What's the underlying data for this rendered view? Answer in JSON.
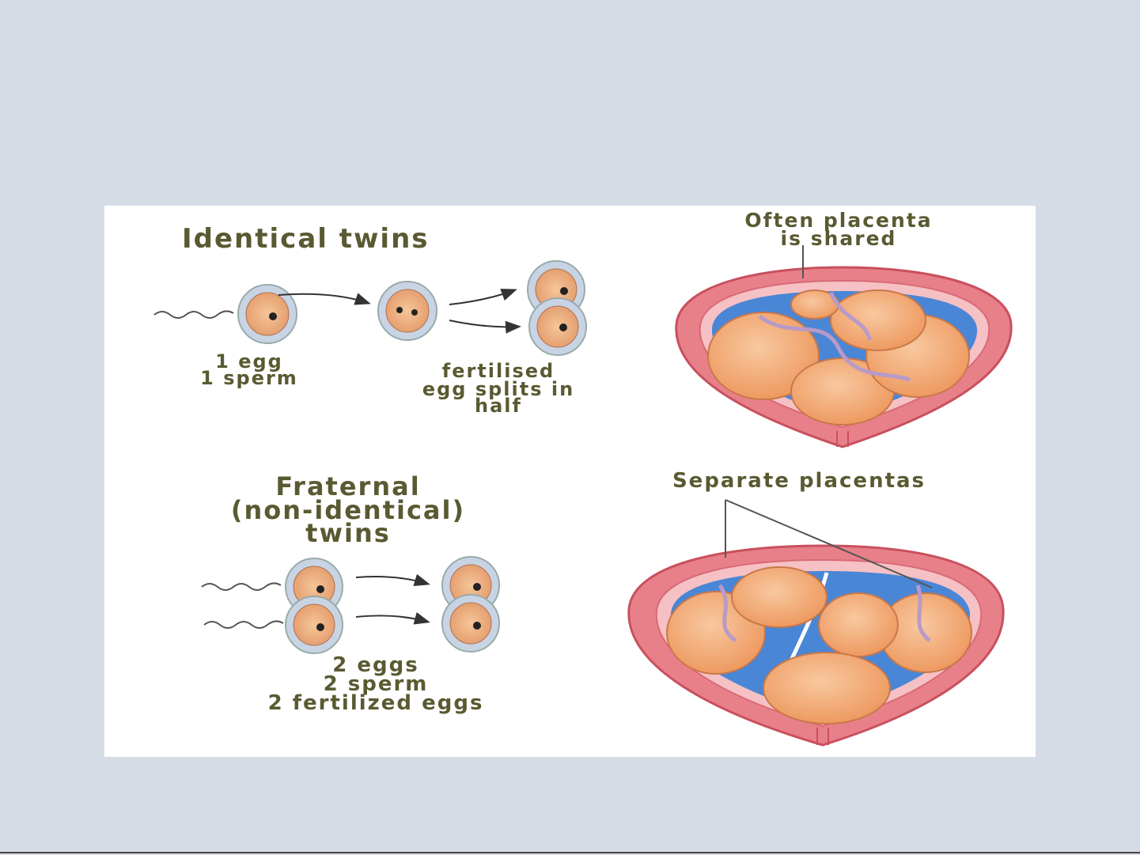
{
  "identical": {
    "title": "Identical twins",
    "egg_label_1": "1 egg",
    "egg_label_2": "1 sperm",
    "split_label_1": "fertilised",
    "split_label_2": "egg splits in",
    "split_label_3": "half",
    "placenta_label_1": "Often  placenta",
    "placenta_label_2": "is shared"
  },
  "fraternal": {
    "title_1": "Fraternal",
    "title_2": "(non-identical)",
    "title_3": "twins",
    "egg_label_1": "2 eggs",
    "egg_label_2": "2 sperm",
    "egg_label_3": "2 fertilized  eggs",
    "placenta_label": "Separate  placentas"
  },
  "colors": {
    "label_text": "#5a5a32",
    "womb": "#e8808a",
    "fetus": "#f2a772",
    "fluid": "#4a86d6"
  }
}
